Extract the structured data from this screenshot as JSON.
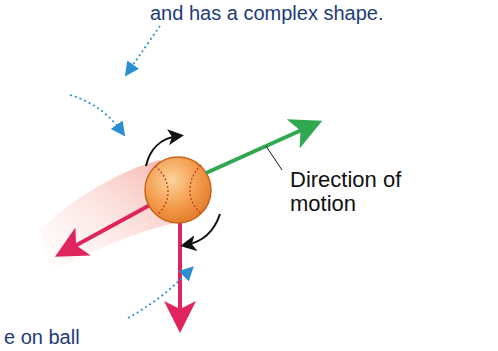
{
  "diagram": {
    "labels": [
      "and has a complex shape.",
      "Direction of motion",
      "e on ball"
    ]
  }
}
